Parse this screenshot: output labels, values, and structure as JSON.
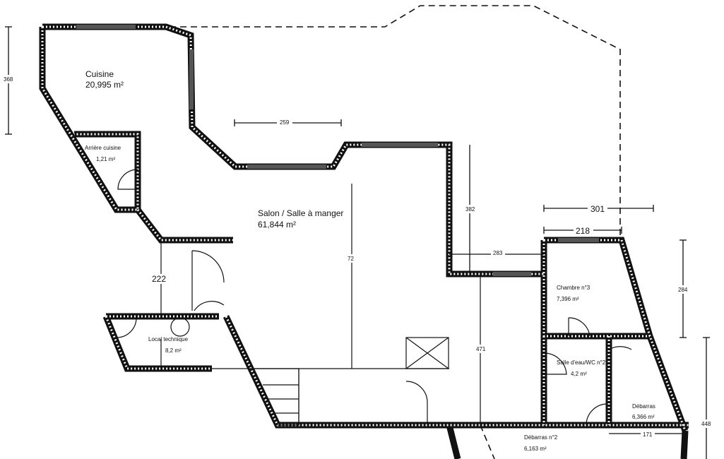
{
  "rooms": {
    "cuisine": {
      "name": "Cuisine",
      "area": "20,995  m²"
    },
    "arriere_cuisine": {
      "name": "Arrière cuisine",
      "area": "1,21  m²"
    },
    "salon": {
      "name": "Salon / Salle à manger",
      "area": "61,844  m²"
    },
    "local_technique": {
      "name": "Local technique",
      "area": "8,2  m²"
    },
    "chambre3": {
      "name": "Chambre n°3",
      "area": "7,396  m²"
    },
    "salle_eau2": {
      "name": "Salle d'eau/WC n°2",
      "area": "4,2  m²"
    },
    "debarras": {
      "name": "Débarras",
      "area": "6,366  m²"
    },
    "debarras2": {
      "name": "Débarras n°2",
      "area": "6,163  m²"
    }
  },
  "dimensions": {
    "d368": "368",
    "d259": "259",
    "d382": "382",
    "d301": "301",
    "d218": "218",
    "d283": "283",
    "d72": "72",
    "d222": "222",
    "d471": "471",
    "d284": "284",
    "d448": "448",
    "d171": "171"
  }
}
